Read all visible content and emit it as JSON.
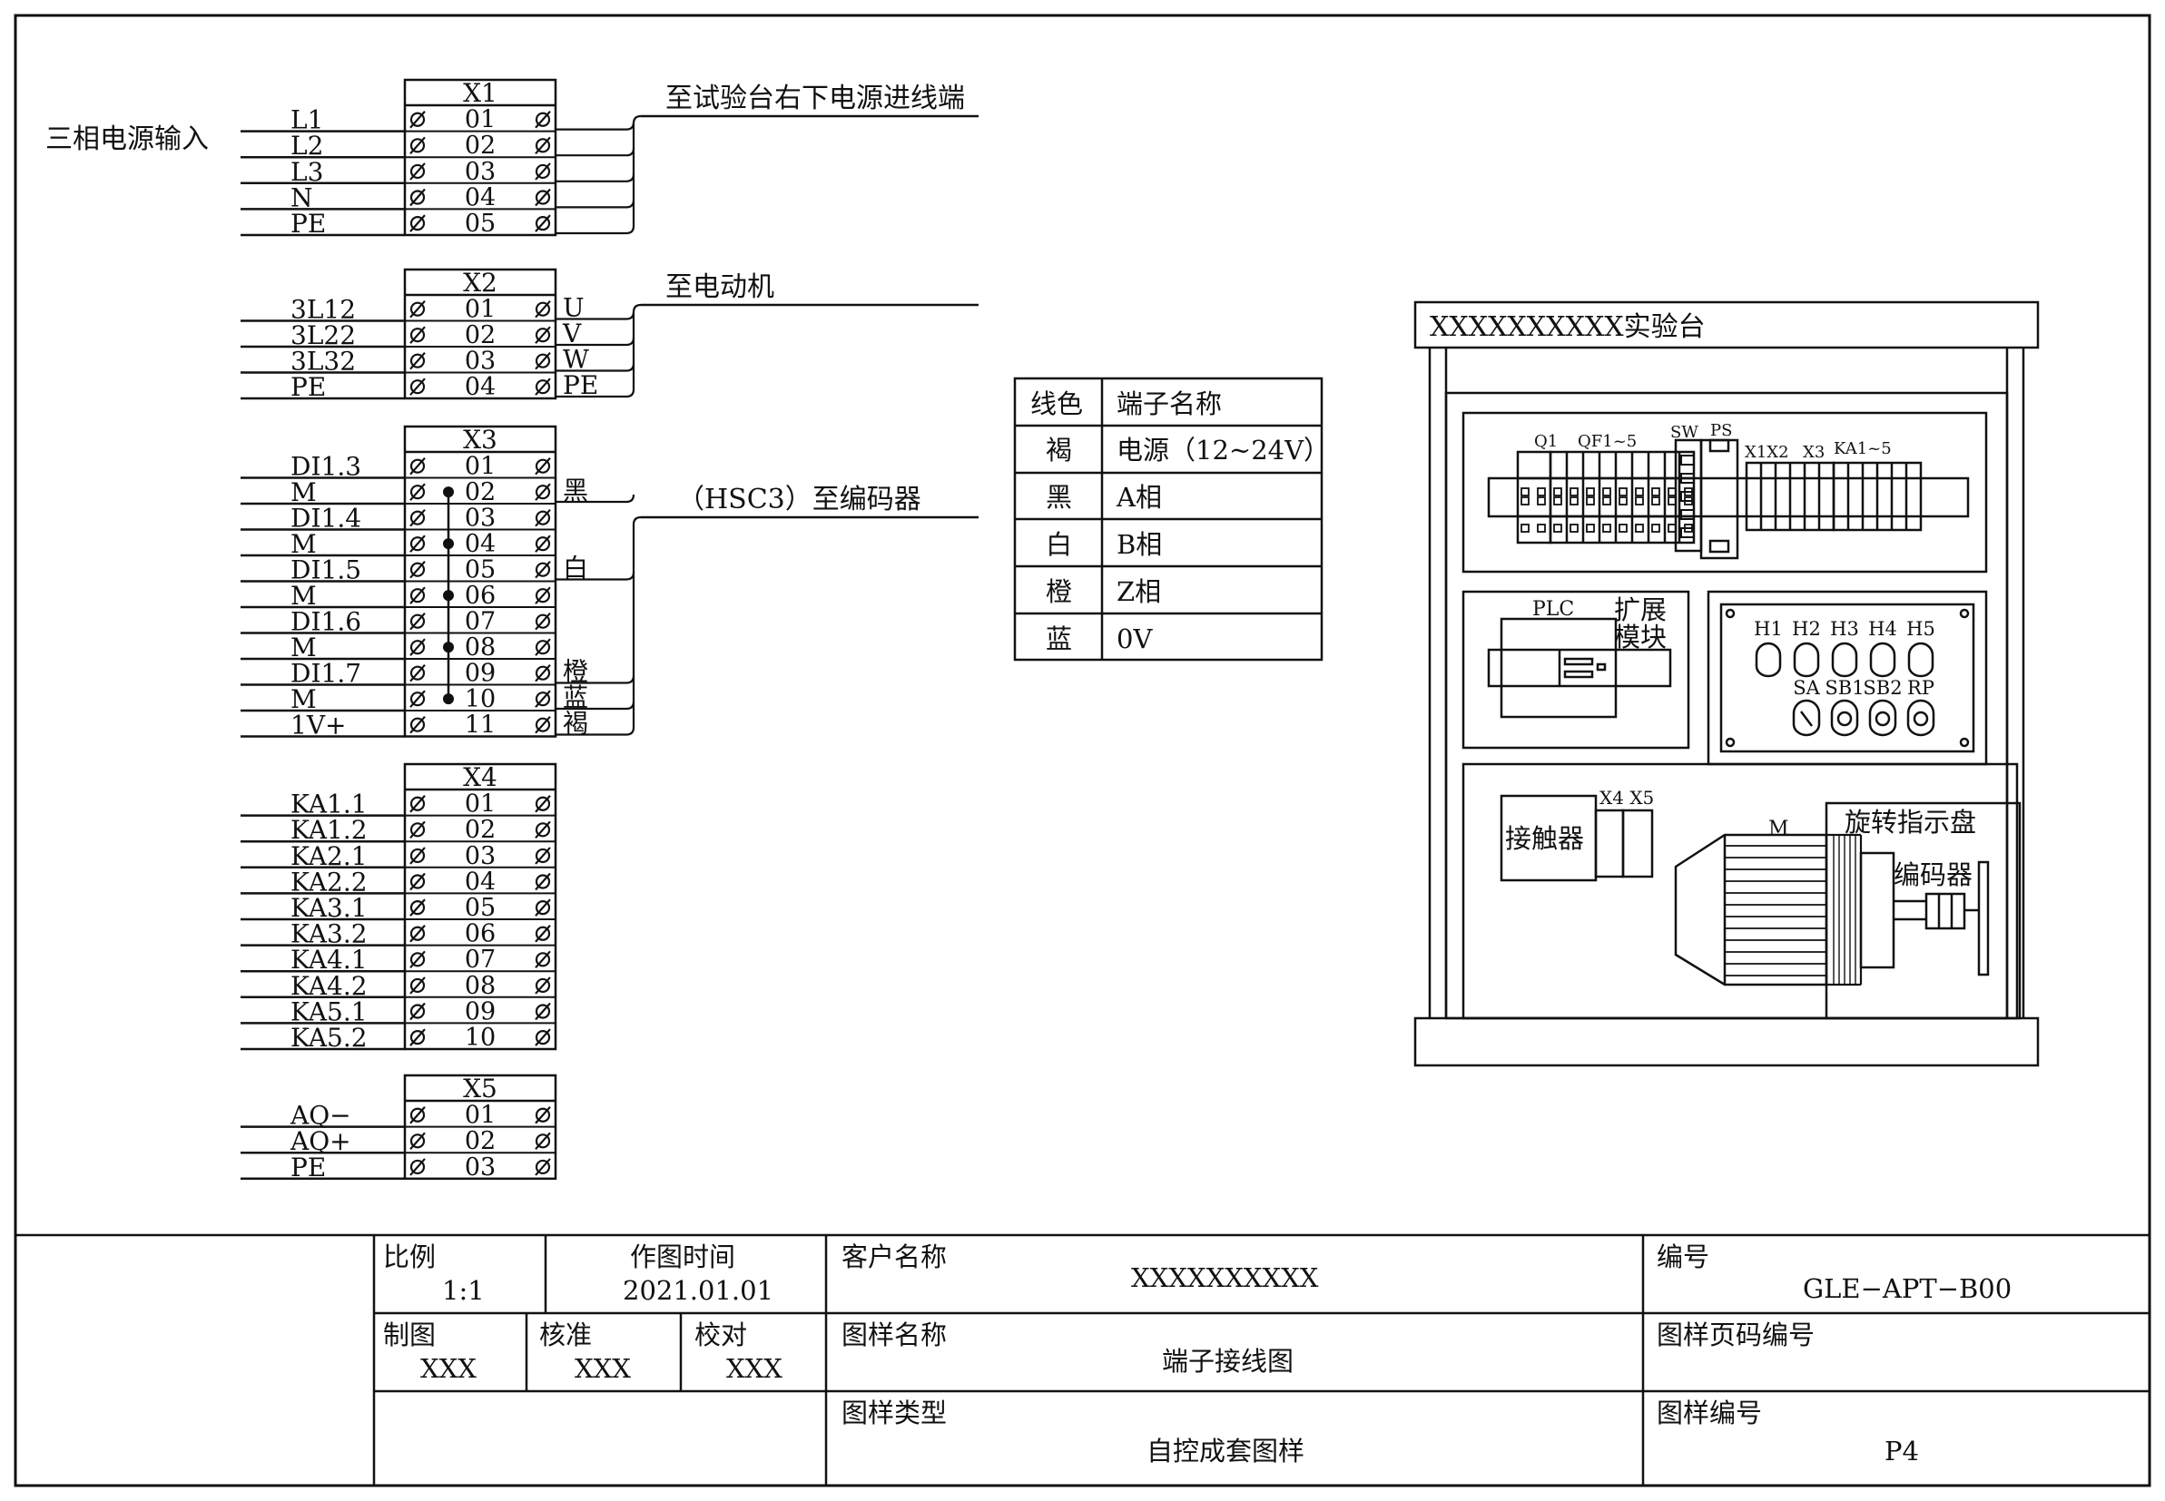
{
  "terminals": [
    {
      "id": "X1",
      "left": [
        "L1",
        "L2",
        "L3",
        "N",
        "PE"
      ],
      "nums": [
        "01",
        "02",
        "03",
        "04",
        "05"
      ],
      "right": [],
      "dest": "至试验台右下电源进线端",
      "group": "三相电源输入",
      "bridges": []
    },
    {
      "id": "X2",
      "left": [
        "3L12",
        "3L22",
        "3L32",
        "PE"
      ],
      "nums": [
        "01",
        "02",
        "03",
        "04"
      ],
      "right": [
        "U",
        "V",
        "W",
        "PE"
      ],
      "dest": "至电动机",
      "group": "",
      "bridges": []
    },
    {
      "id": "X3",
      "left": [
        "DI1.3",
        "M",
        "DI1.4",
        "M",
        "DI1.5",
        "M",
        "DI1.6",
        "M",
        "DI1.7",
        "M",
        "1V+"
      ],
      "nums": [
        "01",
        "02",
        "03",
        "04",
        "05",
        "06",
        "07",
        "08",
        "09",
        "10",
        "11"
      ],
      "right": [
        "",
        "黑",
        "",
        "",
        "白",
        "",
        "",
        "",
        "橙",
        "蓝",
        "褐"
      ],
      "dest": "（HSC3）至编码器",
      "group": "",
      "bridges": [
        "02",
        "04",
        "06",
        "08",
        "10"
      ]
    },
    {
      "id": "X4",
      "left": [
        "KA1.1",
        "KA1.2",
        "KA2.1",
        "KA2.2",
        "KA3.1",
        "KA3.2",
        "KA4.1",
        "KA4.2",
        "KA5.1",
        "KA5.2"
      ],
      "nums": [
        "01",
        "02",
        "03",
        "04",
        "05",
        "06",
        "07",
        "08",
        "09",
        "10"
      ],
      "right": [],
      "dest": "",
      "group": "",
      "bridges": []
    },
    {
      "id": "X5",
      "left": [
        "AQ−",
        "AQ+",
        "PE"
      ],
      "nums": [
        "01",
        "02",
        "03"
      ],
      "right": [],
      "dest": "",
      "group": "",
      "bridges": []
    }
  ],
  "color_table": {
    "headers": [
      "线色",
      "端子名称"
    ],
    "rows": [
      [
        "褐",
        "电源（12~24V）"
      ],
      [
        "黑",
        "A相"
      ],
      [
        "白",
        "B相"
      ],
      [
        "橙",
        "Z相"
      ],
      [
        "蓝",
        "0V"
      ]
    ]
  },
  "panel": {
    "title": "XXXXXXXXXX实验台",
    "din_labels": {
      "q1": "Q1",
      "qf": "QF1~5",
      "sw": "SW",
      "ps": "PS",
      "x1x2": "X1X2",
      "x3": "X3",
      "ka": "KA1~5"
    },
    "plc": "PLC",
    "ext_module": [
      "扩展",
      "模块"
    ],
    "lamps": [
      "H1",
      "H2",
      "H3",
      "H4",
      "H5"
    ],
    "switches": [
      "SA",
      "SB1",
      "SB2",
      "RP"
    ],
    "x4x5": "X4 X5",
    "contactor": "接触器",
    "motor": "M",
    "dial": "旋转指示盘",
    "encoder": "编码器"
  },
  "title_block": {
    "scale_label": "比例",
    "scale": "1:1",
    "date_label": "作图时间",
    "date": "2021.01.01",
    "client_label": "客户名称",
    "client": "XXXXXXXXXX",
    "number_label": "编号",
    "number": "GLE−APT−B00",
    "drawn_label": "制图",
    "drawn": "XXX",
    "approved_label": "核准",
    "approved": "XXX",
    "checked_label": "校对",
    "checked": "XXX",
    "drawing_name_label": "图样名称",
    "drawing_name": "端子接线图",
    "page_code_label": "图样页码编号",
    "page_code": "",
    "drawing_type_label": "图样类型",
    "drawing_type": "自控成套图样",
    "drawing_no_label": "图样编号",
    "drawing_no": "P4"
  }
}
